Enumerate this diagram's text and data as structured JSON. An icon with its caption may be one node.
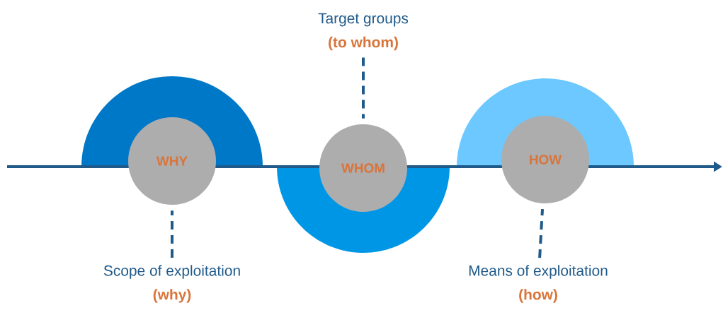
{
  "diagram": {
    "nodes": [
      {
        "text": [
          "Target groups",
          "(to whom)"
        ]
      },
      {
        "text": [
          "WHY"
        ]
      },
      {
        "text": [
          "WHOM"
        ]
      },
      {
        "text": [
          "HOW"
        ]
      },
      {
        "text": [
          "Scope of exploitation",
          "(why)"
        ]
      },
      {
        "text": [
          "Means of exploitation",
          "(how)"
        ]
      }
    ],
    "edges": [
      {
        "from": 0,
        "to": 2,
        "arrow": "none",
        "style": "dashed"
      },
      {
        "from": 4,
        "to": 1,
        "arrow": "none",
        "style": "dashed"
      },
      {
        "from": 5,
        "to": 3,
        "arrow": "none",
        "style": "dashed"
      }
    ]
  }
}
